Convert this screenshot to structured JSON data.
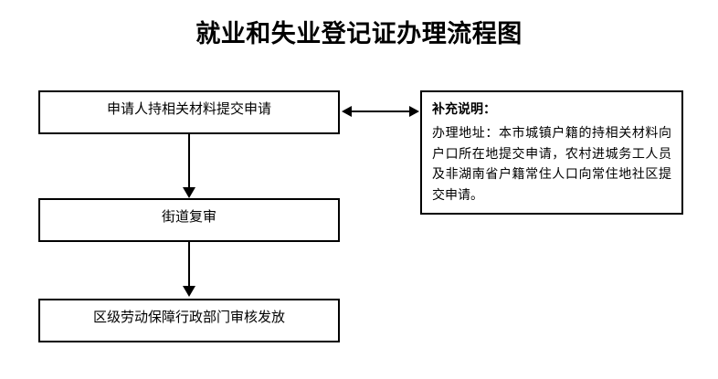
{
  "title": "就业和失业登记证办理流程图",
  "flow": {
    "nodes": [
      {
        "id": "apply",
        "label": "申请人持相关材料提交申请"
      },
      {
        "id": "street-review",
        "label": "街道复审"
      },
      {
        "id": "district-issue",
        "label": "区级劳动保障行政部门审核发放"
      }
    ],
    "connectors": [
      {
        "id": "apply-to-street",
        "type": "vertical-arrow-down",
        "from": "apply",
        "to": "street-review"
      },
      {
        "id": "street-to-district",
        "type": "vertical-arrow-down",
        "from": "street-review",
        "to": "district-issue"
      },
      {
        "id": "apply-to-note",
        "type": "horizontal-double-arrow",
        "from": "apply",
        "to": "note"
      }
    ]
  },
  "note": {
    "heading": "补充说明：",
    "body": "办理地址：本市城镇户籍的持相关材料向户口所在地提交申请，农村进城务工人员及非湖南省户籍常住人口向常住地社区提交申请。",
    "lines": [
      "办理地址：本市城镇户籍的持相关材料",
      "向户口所在地提交申请，农村进城务工",
      "人员及非湖南省户籍常住人口向常住地",
      "社区提交申请。"
    ]
  },
  "colors": {
    "background": "#ffffff",
    "stroke": "#000000",
    "text": "#000000"
  }
}
